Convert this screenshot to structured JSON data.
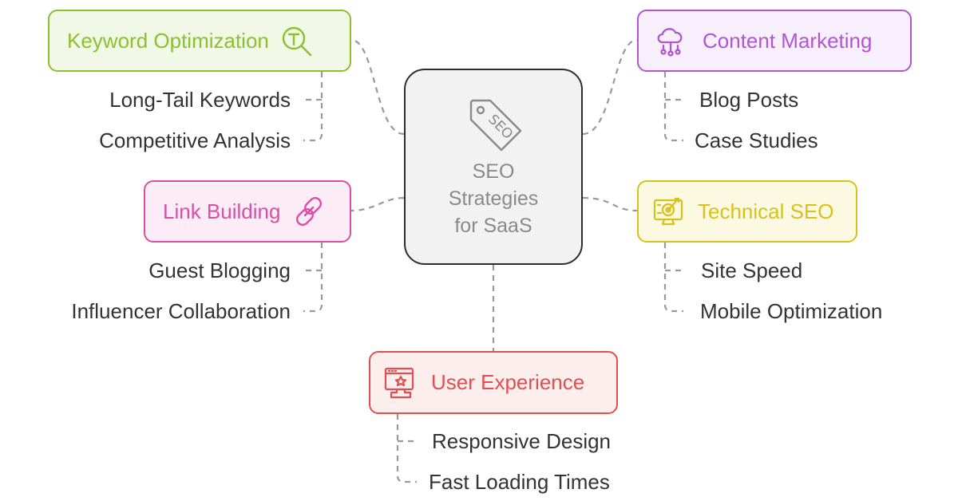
{
  "center": {
    "title_lines": [
      "SEO",
      "Strategies",
      "for SaaS"
    ],
    "icon": "seo-tag-icon"
  },
  "branches": {
    "keyword": {
      "label": "Keyword Optimization",
      "icon": "keyword-search-icon",
      "color": "#8dbf2e",
      "fill": "#f1f8e6",
      "items": [
        "Long-Tail Keywords",
        "Competitive Analysis"
      ]
    },
    "content": {
      "label": "Content Marketing",
      "icon": "cloud-network-icon",
      "color": "#b255d4",
      "fill": "#f8effc",
      "items": [
        "Blog Posts",
        "Case Studies"
      ]
    },
    "link": {
      "label": "Link Building",
      "icon": "chain-link-icon",
      "color": "#d94fa8",
      "fill": "#fcecf6",
      "items": [
        "Guest Blogging",
        "Influencer Collaboration"
      ]
    },
    "technical": {
      "label": "Technical SEO",
      "icon": "monitor-target-icon",
      "color": "#d6c21a",
      "fill": "#fcf9e2",
      "items": [
        "Site Speed",
        "Mobile Optimization"
      ]
    },
    "ux": {
      "label": "User Experience",
      "icon": "browser-podium-icon",
      "color": "#e05050",
      "fill": "#fdeeee",
      "items": [
        "Responsive Design",
        "Fast Loading Times"
      ]
    }
  },
  "connector_color": "#999999",
  "text_color": "#333333"
}
